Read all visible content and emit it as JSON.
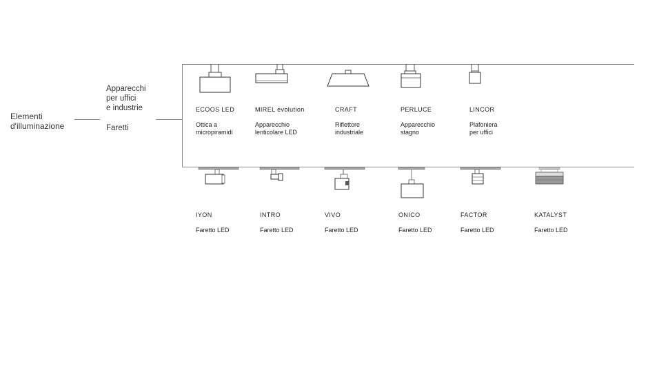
{
  "root": {
    "label": "Elementi\nd'illuminazione"
  },
  "categories": [
    {
      "label": "Apparecchi\nper uffici\ne industrie"
    },
    {
      "label": "Faretti"
    }
  ],
  "top_products": [
    {
      "name": "ECOOS LED",
      "desc": "Ottica a\nmicropiramidi",
      "icon": "ecoos-luminaire-icon"
    },
    {
      "name": "MIREL evolution",
      "desc": "Apparecchio\nlenticolare LED",
      "icon": "mirel-luminaire-icon"
    },
    {
      "name": "CRAFT",
      "desc": "Riflettore\nindustriale",
      "icon": "craft-reflector-icon"
    },
    {
      "name": "PERLUCE",
      "desc": "Apparecchio\nstagno",
      "icon": "perluce-luminaire-icon"
    },
    {
      "name": "LINCOR",
      "desc": "Plafoniera\nper uffici",
      "icon": "lincor-luminaire-icon"
    }
  ],
  "bottom_products": [
    {
      "name": "IYON",
      "desc": "Faretto LED",
      "icon": "iyon-spotlight-icon"
    },
    {
      "name": "INTRO",
      "desc": "Faretto LED",
      "icon": "intro-spotlight-icon"
    },
    {
      "name": "VIVO",
      "desc": "Faretto LED",
      "icon": "vivo-spotlight-icon"
    },
    {
      "name": "ONICO",
      "desc": "Faretto LED",
      "icon": "onico-spotlight-icon"
    },
    {
      "name": "FACTOR",
      "desc": "Faretto LED",
      "icon": "factor-spotlight-icon"
    },
    {
      "name": "KATALYST",
      "desc": "Faretto LED",
      "icon": "katalyst-spotlight-icon"
    }
  ]
}
